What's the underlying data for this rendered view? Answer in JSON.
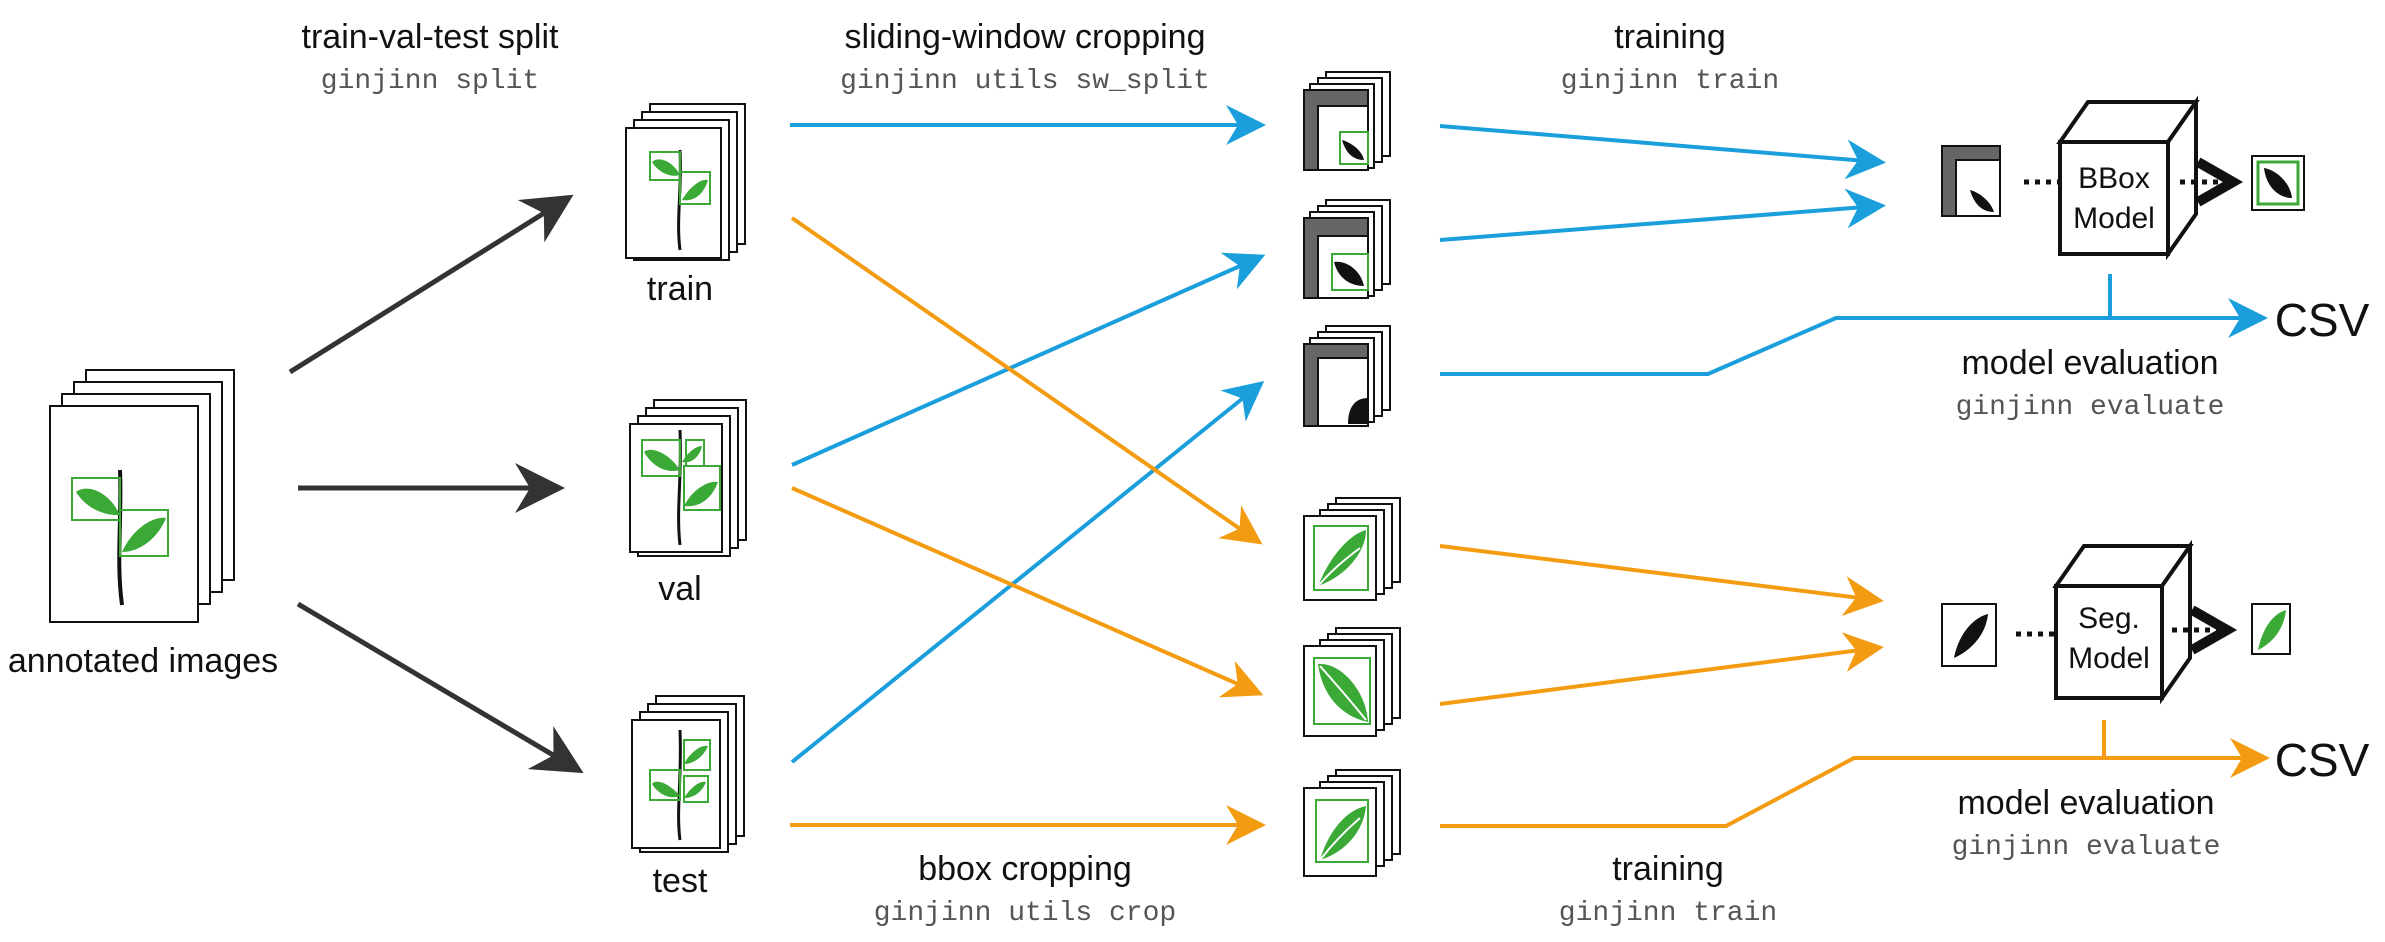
{
  "colors": {
    "split_arrow": "#333333",
    "sliding_window": "#1a9fdc",
    "bbox": "#f39c12",
    "leaf": "#3aa935",
    "dark": "#111111",
    "grey": "#666666"
  },
  "labels": {
    "split_title": "train-val-test split",
    "split_cmd": "ginjinn split",
    "sw_title": "sliding-window cropping",
    "sw_cmd": "ginjinn utils sw_split",
    "train_top_title": "training",
    "train_top_cmd": "ginjinn train",
    "annotated": "annotated images",
    "train": "train",
    "val": "val",
    "test": "test",
    "bbox_title": "bbox cropping",
    "bbox_cmd": "ginjinn utils crop",
    "train_bottom_title": "training",
    "train_bottom_cmd": "ginjinn train",
    "eval_top_title": "model evaluation",
    "eval_top_cmd": "ginjinn evaluate",
    "eval_bottom_title": "model evaluation",
    "eval_bottom_cmd": "ginjinn evaluate",
    "csv_top": "CSV",
    "csv_bottom": "CSV",
    "bbox_model_line1": "BBox",
    "bbox_model_line2": "Model",
    "seg_model_line1": "Seg.",
    "seg_model_line2": "Model"
  }
}
